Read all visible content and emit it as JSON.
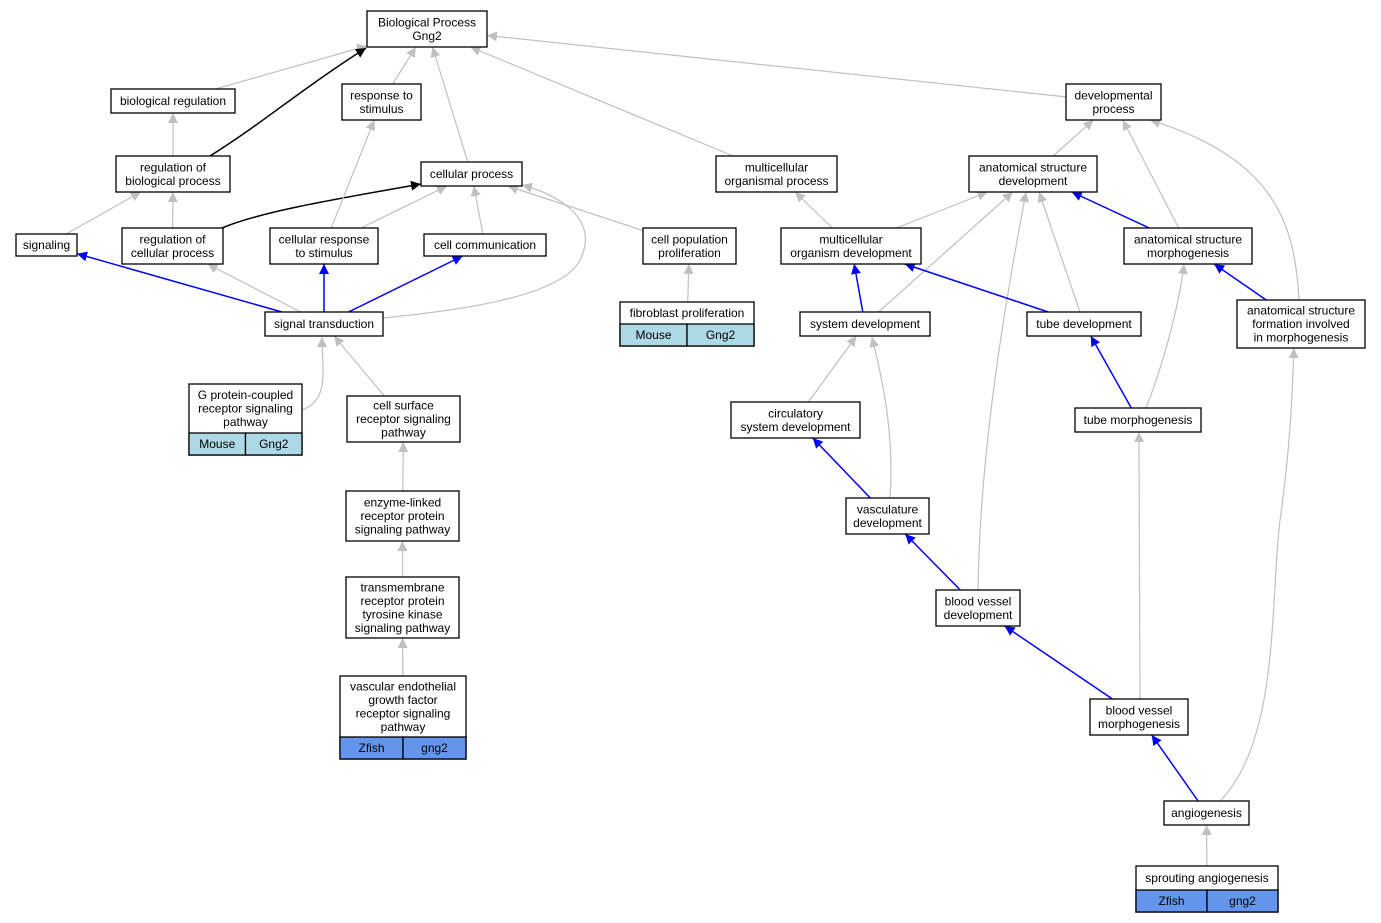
{
  "colors": {
    "edge_is_a": "#c0c0c0",
    "edge_part_of": "#000000",
    "edge_regulates": "#0000ff",
    "tag_mouse": "#add8e6",
    "tag_zfish": "#6495ed"
  },
  "nodes": {
    "bp": {
      "label": [
        "Biological Process",
        "Gng2"
      ]
    },
    "breg": {
      "label": [
        "biological regulation"
      ]
    },
    "resp": {
      "label": [
        "response to",
        "stimulus"
      ]
    },
    "dev": {
      "label": [
        "developmental",
        "process"
      ]
    },
    "rbp": {
      "label": [
        "regulation of",
        "biological process"
      ]
    },
    "cell": {
      "label": [
        "cellular process"
      ]
    },
    "mop": {
      "label": [
        "multicellular",
        "organismal process"
      ]
    },
    "asd": {
      "label": [
        "anatomical structure",
        "development"
      ]
    },
    "sig": {
      "label": [
        "signaling"
      ]
    },
    "rcp": {
      "label": [
        "regulation of",
        "cellular process"
      ]
    },
    "crs": {
      "label": [
        "cellular response",
        "to stimulus"
      ]
    },
    "ccom": {
      "label": [
        "cell communication"
      ]
    },
    "cpp": {
      "label": [
        "cell population",
        "proliferation"
      ]
    },
    "mod": {
      "label": [
        "multicellular",
        "organism development"
      ]
    },
    "asm": {
      "label": [
        "anatomical structure",
        "morphogenesis"
      ]
    },
    "st": {
      "label": [
        "signal transduction"
      ]
    },
    "fp": {
      "label": [
        "fibroblast proliferation"
      ],
      "tags": [
        "Mouse",
        "Gng2"
      ]
    },
    "sysd": {
      "label": [
        "system development"
      ]
    },
    "tubd": {
      "label": [
        "tube development"
      ]
    },
    "asf": {
      "label": [
        "anatomical structure",
        "formation involved",
        "in morphogenesis"
      ]
    },
    "gpcr": {
      "label": [
        "G protein-coupled",
        "receptor signaling",
        "pathway"
      ],
      "tags": [
        "Mouse",
        "Gng2"
      ]
    },
    "csr": {
      "label": [
        "cell surface",
        "receptor signaling",
        "pathway"
      ]
    },
    "circ": {
      "label": [
        "circulatory",
        "system development"
      ]
    },
    "tubm": {
      "label": [
        "tube morphogenesis"
      ]
    },
    "elr": {
      "label": [
        "enzyme-linked",
        "receptor protein",
        "signaling pathway"
      ]
    },
    "vasc": {
      "label": [
        "vasculature",
        "development"
      ]
    },
    "bvd": {
      "label": [
        "blood vessel",
        "development"
      ]
    },
    "tmr": {
      "label": [
        "transmembrane",
        "receptor protein",
        "tyrosine kinase",
        "signaling pathway"
      ]
    },
    "vegf": {
      "label": [
        "vascular endothelial",
        "growth factor",
        "receptor signaling",
        "pathway"
      ],
      "tags": [
        "Zfish",
        "gng2"
      ]
    },
    "bvm": {
      "label": [
        "blood vessel",
        "morphogenesis"
      ]
    },
    "ang": {
      "label": [
        "angiogenesis"
      ]
    },
    "sang": {
      "label": [
        "sprouting angiogenesis"
      ],
      "tags": [
        "Zfish",
        "gng2"
      ]
    }
  },
  "edges": [
    {
      "from": "breg",
      "to": "bp",
      "rel": "is_a"
    },
    {
      "from": "resp",
      "to": "bp",
      "rel": "is_a"
    },
    {
      "from": "dev",
      "to": "bp",
      "rel": "is_a"
    },
    {
      "from": "rbp",
      "to": "bp",
      "rel": "part_of"
    },
    {
      "from": "cell",
      "to": "bp",
      "rel": "is_a"
    },
    {
      "from": "mop",
      "to": "bp",
      "rel": "is_a"
    },
    {
      "from": "rbp",
      "to": "breg",
      "rel": "is_a"
    },
    {
      "from": "asd",
      "to": "dev",
      "rel": "is_a"
    },
    {
      "from": "asm",
      "to": "dev",
      "rel": "is_a"
    },
    {
      "from": "asf",
      "to": "dev",
      "rel": "is_a"
    },
    {
      "from": "sig",
      "to": "rbp",
      "rel": "is_a"
    },
    {
      "from": "rcp",
      "to": "rbp",
      "rel": "is_a"
    },
    {
      "from": "rcp",
      "to": "cell",
      "rel": "part_of"
    },
    {
      "from": "crs",
      "to": "cell",
      "rel": "is_a"
    },
    {
      "from": "crs",
      "to": "resp",
      "rel": "is_a"
    },
    {
      "from": "ccom",
      "to": "cell",
      "rel": "is_a"
    },
    {
      "from": "cpp",
      "to": "cell",
      "rel": "is_a"
    },
    {
      "from": "st",
      "to": "cell",
      "rel": "is_a"
    },
    {
      "from": "mod",
      "to": "mop",
      "rel": "is_a"
    },
    {
      "from": "mod",
      "to": "asd",
      "rel": "is_a"
    },
    {
      "from": "asm",
      "to": "asd",
      "rel": "regulates"
    },
    {
      "from": "sysd",
      "to": "asd",
      "rel": "is_a"
    },
    {
      "from": "tubd",
      "to": "asd",
      "rel": "is_a"
    },
    {
      "from": "bvd",
      "to": "asd",
      "rel": "is_a"
    },
    {
      "from": "st",
      "to": "sig",
      "rel": "regulates"
    },
    {
      "from": "st",
      "to": "rcp",
      "rel": "is_a"
    },
    {
      "from": "st",
      "to": "crs",
      "rel": "regulates"
    },
    {
      "from": "st",
      "to": "ccom",
      "rel": "regulates"
    },
    {
      "from": "fp",
      "to": "cpp",
      "rel": "is_a"
    },
    {
      "from": "sysd",
      "to": "mod",
      "rel": "regulates"
    },
    {
      "from": "tubd",
      "to": "mod",
      "rel": "regulates"
    },
    {
      "from": "asf",
      "to": "asm",
      "rel": "regulates"
    },
    {
      "from": "tubm",
      "to": "asm",
      "rel": "is_a"
    },
    {
      "from": "gpcr",
      "to": "st",
      "rel": "is_a"
    },
    {
      "from": "csr",
      "to": "st",
      "rel": "is_a"
    },
    {
      "from": "circ",
      "to": "sysd",
      "rel": "is_a"
    },
    {
      "from": "vasc",
      "to": "sysd",
      "rel": "is_a"
    },
    {
      "from": "tubm",
      "to": "tubd",
      "rel": "regulates"
    },
    {
      "from": "elr",
      "to": "csr",
      "rel": "is_a"
    },
    {
      "from": "vasc",
      "to": "circ",
      "rel": "regulates"
    },
    {
      "from": "bvd",
      "to": "vasc",
      "rel": "regulates"
    },
    {
      "from": "tmr",
      "to": "elr",
      "rel": "is_a"
    },
    {
      "from": "vegf",
      "to": "tmr",
      "rel": "is_a"
    },
    {
      "from": "bvm",
      "to": "bvd",
      "rel": "regulates"
    },
    {
      "from": "bvm",
      "to": "tubm",
      "rel": "is_a"
    },
    {
      "from": "ang",
      "to": "bvm",
      "rel": "regulates"
    },
    {
      "from": "ang",
      "to": "asf",
      "rel": "is_a"
    },
    {
      "from": "sang",
      "to": "ang",
      "rel": "is_a"
    }
  ]
}
